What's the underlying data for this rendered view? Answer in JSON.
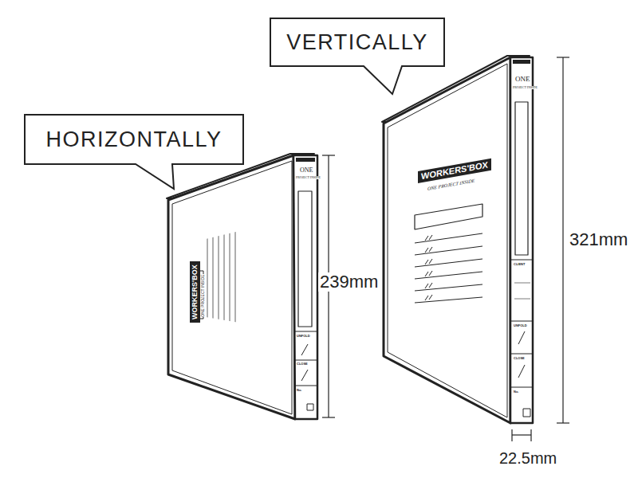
{
  "diagram": {
    "nodes": [
      {
        "text": [
          "HORIZONTALLY"
        ]
      },
      {
        "text": [
          "VERTICALLY"
        ]
      }
    ],
    "labels": [
      "239mm",
      "321mm",
      "22.5mm",
      "WORKERS'BOX",
      "ONE PROJECT INSIDE",
      "ONE",
      "PROJECT INSIDE",
      "UNFOLD",
      "CLOSE",
      "No.",
      "WORKERS'BOX",
      "ONE PROJECT INSIDE",
      "ONE",
      "PROJECT INSIDE",
      "CLIENT",
      "UNFOLD",
      "CLOSE",
      "No."
    ]
  }
}
